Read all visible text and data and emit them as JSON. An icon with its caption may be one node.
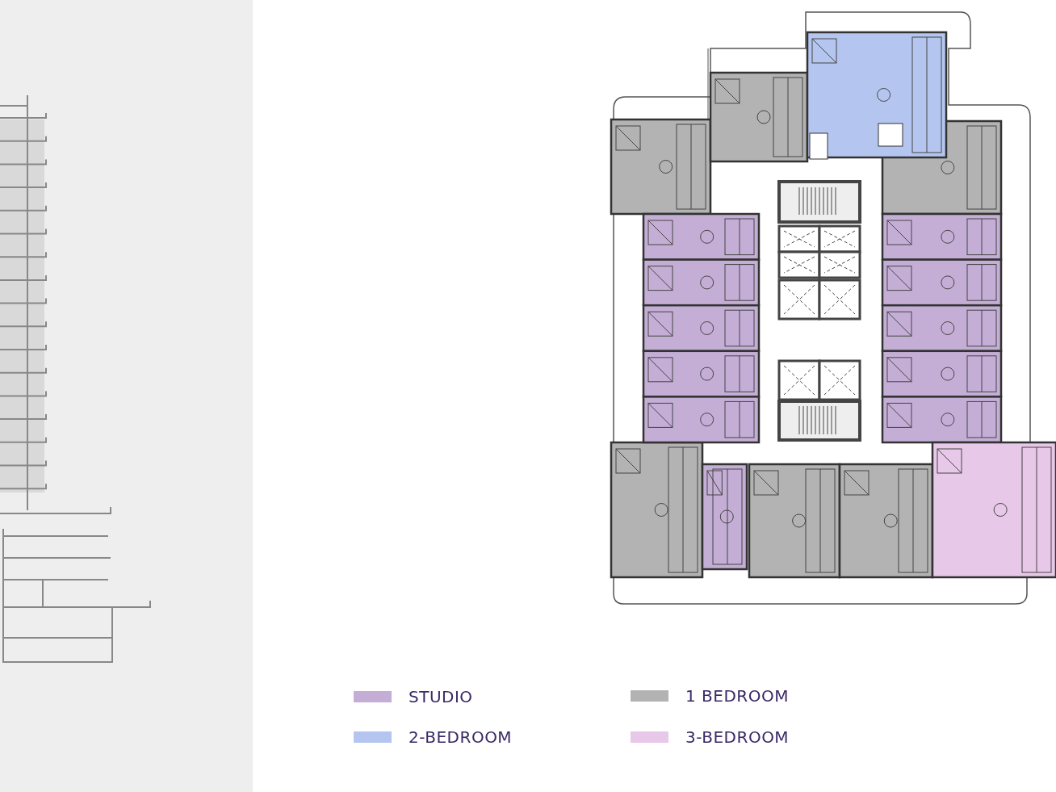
{
  "diagram": {
    "legend": [
      {
        "text": "STUDIO",
        "color": "#c4aed6"
      },
      {
        "text": "1 BEDROOM",
        "color": "#b3b3b3"
      },
      {
        "text": "2-BEDROOM",
        "color": "#b4c6f0"
      },
      {
        "text": "3-BEDROOM",
        "color": "#e8c8e8"
      }
    ]
  }
}
